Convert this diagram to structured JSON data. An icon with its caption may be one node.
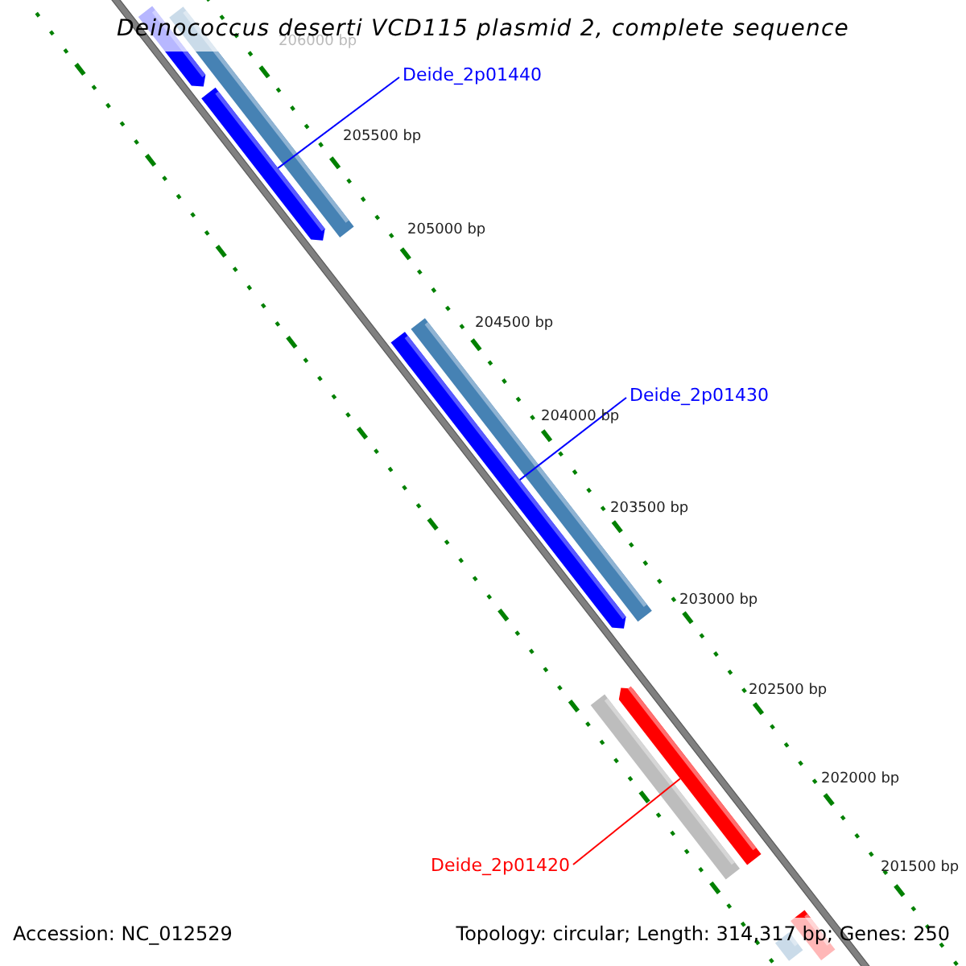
{
  "diagram": {
    "title": "Deinococcus deserti VCD115 plasmid 2, complete sequence",
    "nodes": [
      {
        "text": [],
        "shape": "bar"
      },
      {
        "text": [],
        "shape": "bar"
      },
      {
        "text": [
          "Deide_2p01440"
        ]
      },
      {
        "text": [],
        "shape": "bar"
      },
      {
        "text": [],
        "shape": "bar"
      },
      {
        "text": [],
        "shape": "bar"
      },
      {
        "text": [
          "Deide_2p01430"
        ]
      },
      {
        "text": [],
        "shape": "bar"
      },
      {
        "text": [],
        "shape": "bar"
      },
      {
        "text": [
          "Deide_2p01420"
        ]
      },
      {
        "text": [],
        "shape": "bar"
      },
      {
        "text": [],
        "shape": "bar"
      }
    ],
    "edges": [
      {
        "from": 2,
        "to": 3,
        "arrow": "none",
        "color": "#0000ff"
      },
      {
        "from": 6,
        "to": 5,
        "arrow": "none",
        "color": "#0000ff"
      },
      {
        "from": 9,
        "to": 7,
        "arrow": "none",
        "color": "#ff0000"
      }
    ],
    "labels": [
      "206000 bp",
      "205500 bp",
      "205000 bp",
      "204500 bp",
      "204000 bp",
      "203500 bp",
      "203000 bp",
      "202500 bp",
      "202000 bp",
      "201500 bp",
      "Accession: NC_012529",
      "Topology: circular; Length: 314,317 bp; Genes: 250"
    ]
  }
}
